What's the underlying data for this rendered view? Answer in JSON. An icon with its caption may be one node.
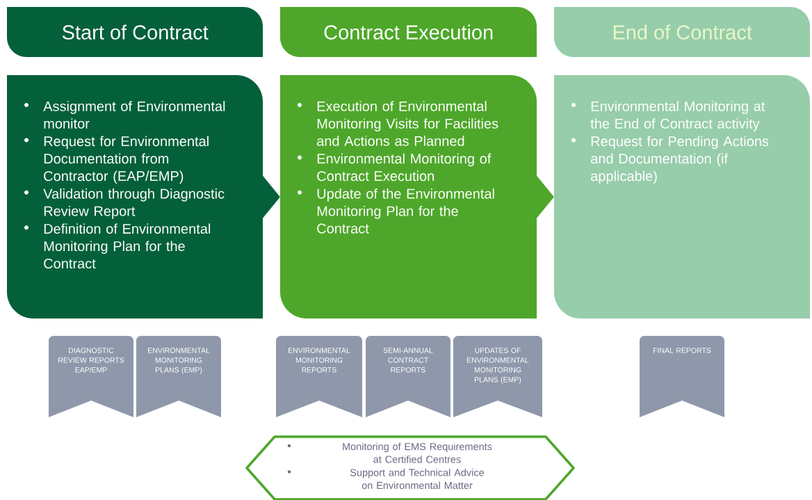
{
  "diagram": {
    "nodes": [
      {
        "text": [
          "Start of Contract"
        ]
      },
      {
        "text": [
          "Contract Execution"
        ]
      },
      {
        "text": [
          "End of Contract"
        ]
      },
      {
        "text": [
          "Assignment of Environmental monitor",
          "Request for Environmental Documentation from Contractor (EAP/EMP)",
          "Validation through Diagnostic Review Report",
          "Definition of Environmental Monitoring Plan for the Contract"
        ]
      },
      {
        "text": [
          "Execution of Environmental Monitoring Visits for Facilities and Actions as Planned",
          "Environmental Monitoring of Contract Execution",
          "Update of the Environmental Monitoring Plan for the Contract"
        ]
      },
      {
        "text": [
          "Environmental Monitoring at the End of Contract activity",
          "Request for Pending Actions and Documentation (if applicable)"
        ]
      },
      {
        "text": [
          "DIAGNOSTIC REVIEW REPORTS EAP/EMP"
        ]
      },
      {
        "text": [
          "ENVIRONMENTAL MONITORING PLANS (EMP)"
        ]
      },
      {
        "text": [
          "ENVIRONMENTAL MONITORING REPORTS"
        ]
      },
      {
        "text": [
          "SEMI-ANNUAL CONTRACT REPORTS"
        ]
      },
      {
        "text": [
          "UPDATES OF ENVIRONMENTAL MONITORING PLANS (EMP)"
        ]
      },
      {
        "text": [
          "FINAL REPORTS"
        ]
      },
      {
        "text": [
          "Monitoring of EMS Requirements at Certified Centres",
          "Support and Technical Advice on Environmental Matter"
        ]
      }
    ],
    "edges": [
      {
        "from": 3,
        "to": 4,
        "arrow": "to",
        "color": "#04603a"
      },
      {
        "from": 4,
        "to": 5,
        "arrow": "to",
        "color": "#4ea72a"
      }
    ]
  }
}
